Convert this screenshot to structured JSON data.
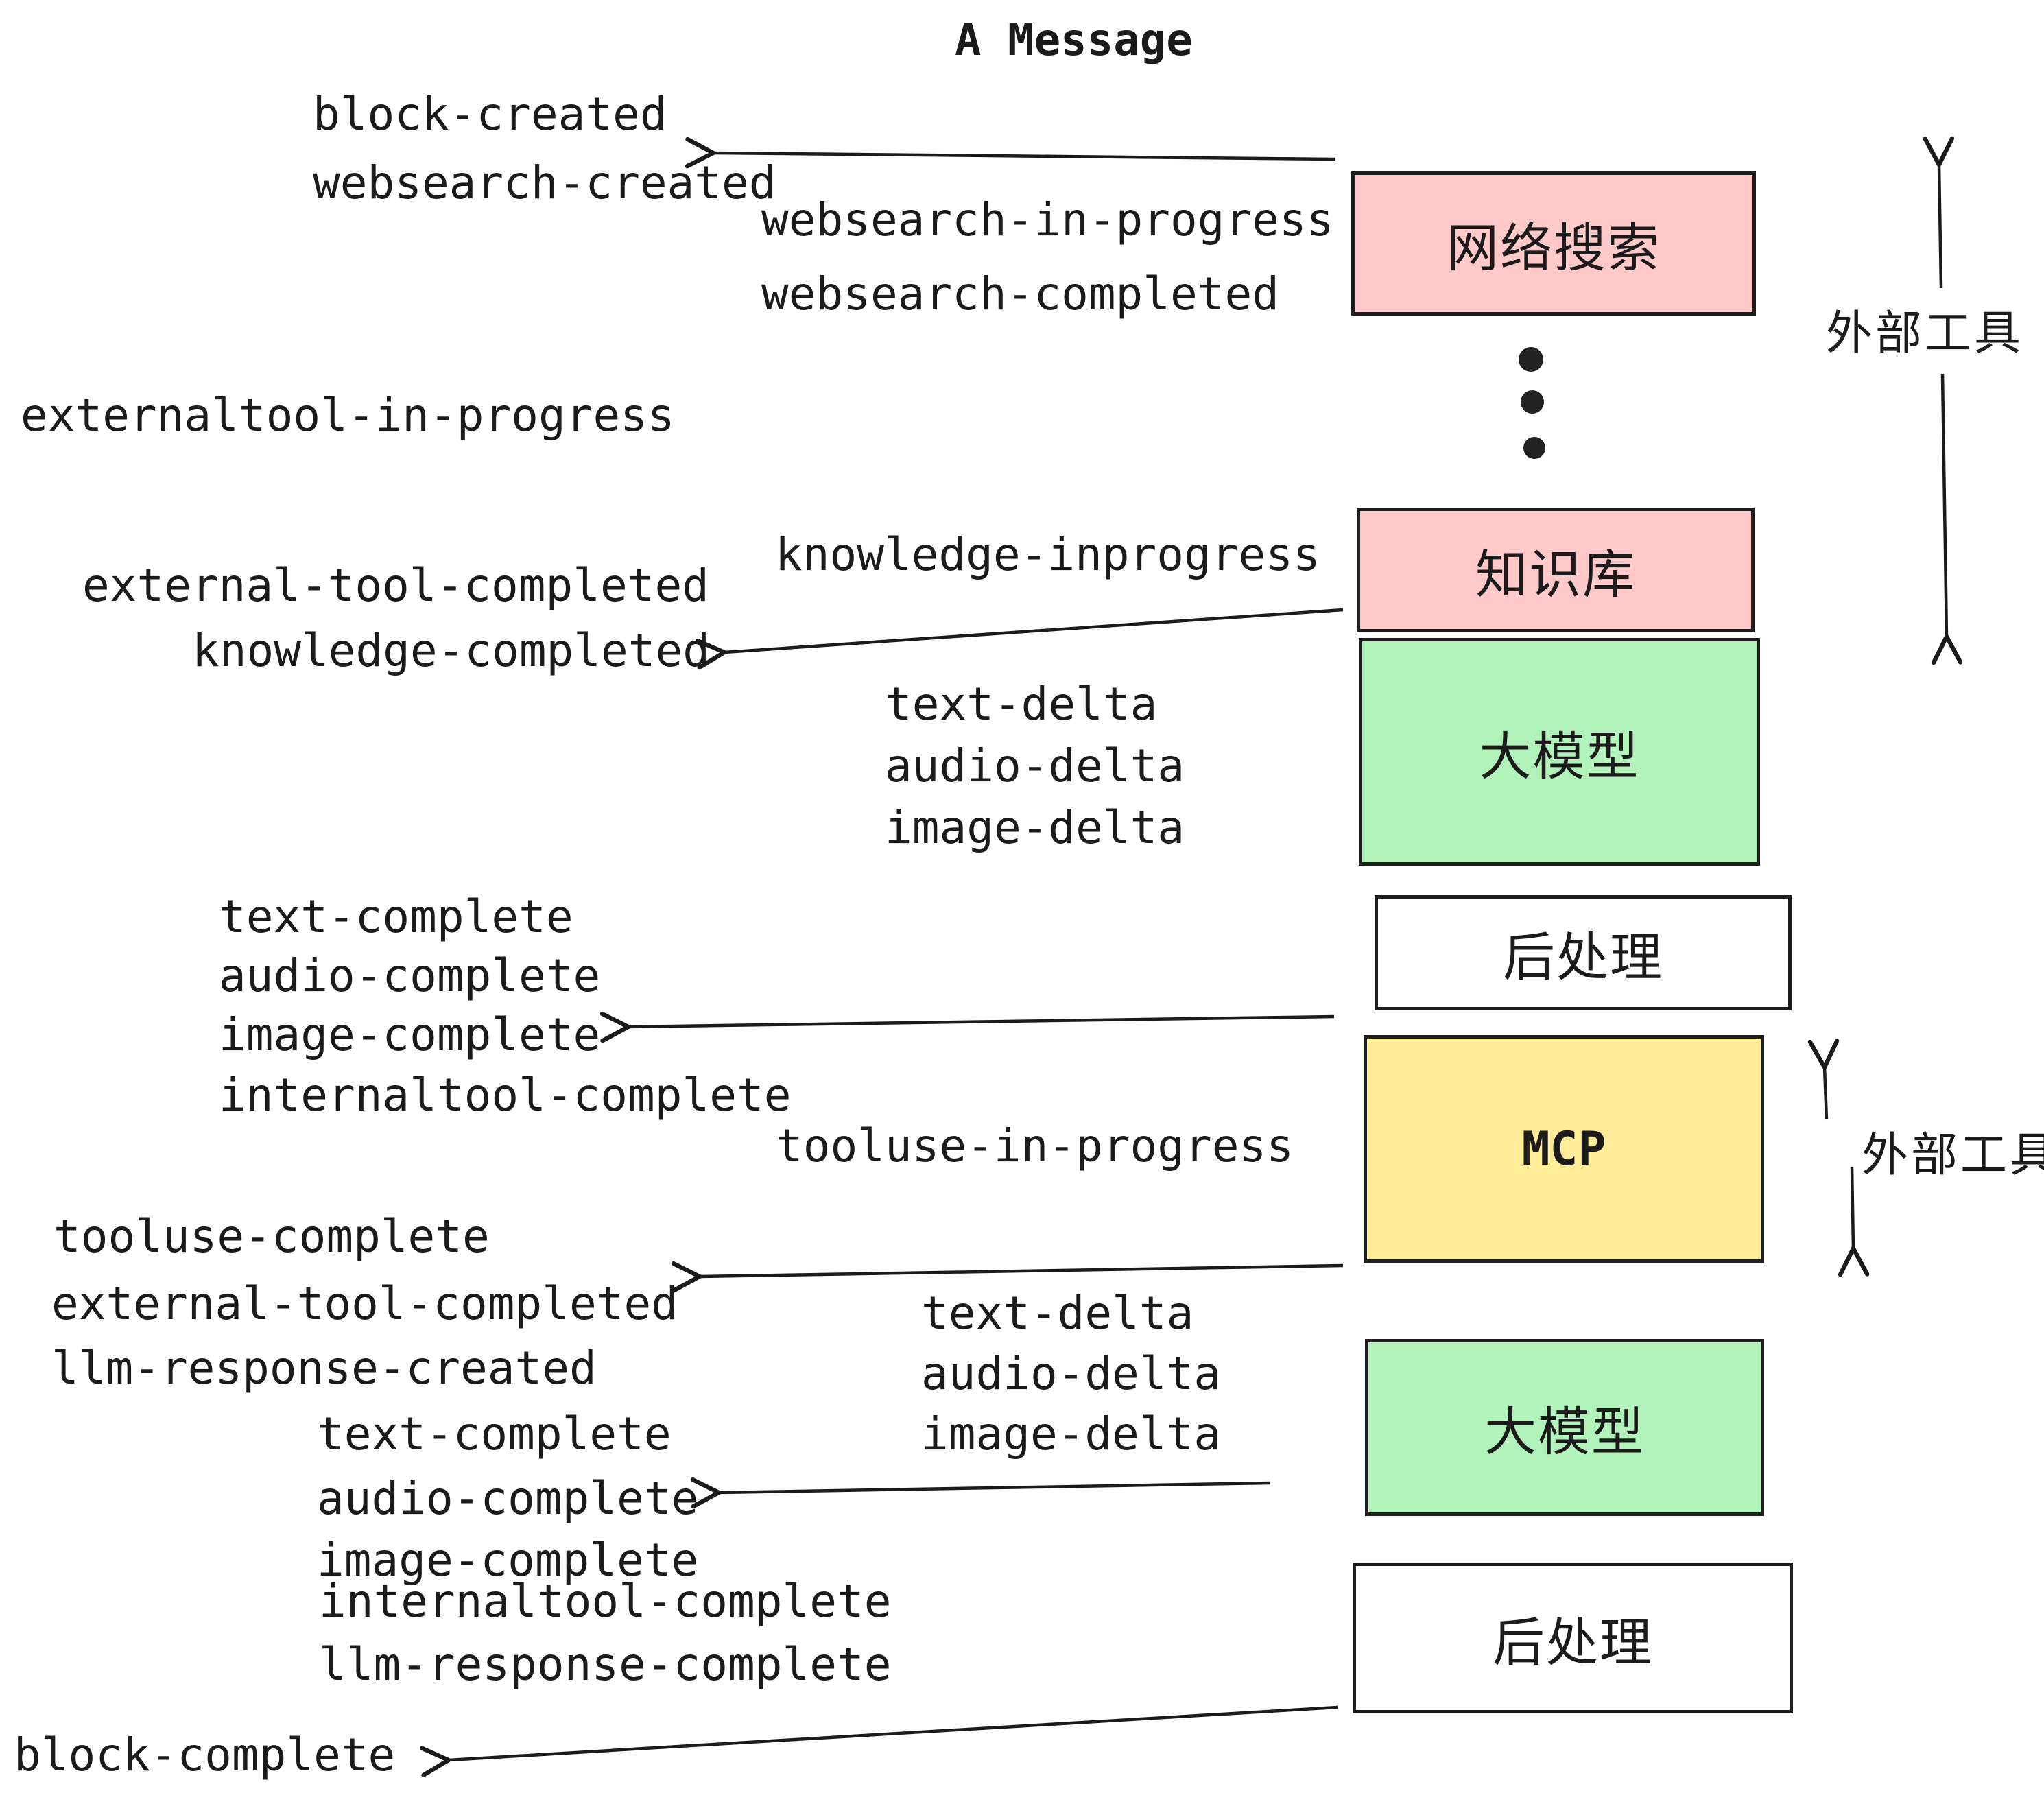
{
  "title": "A Message",
  "palette": {
    "pink": "#ffc9c9",
    "green": "#b2f2bb",
    "yellow": "#ffec99",
    "white": "#ffffff",
    "ink": "#1b1b1b"
  },
  "boxes": [
    {
      "id": "websearch",
      "label": "网络搜索",
      "color": "pink"
    },
    {
      "id": "knowledge",
      "label": "知识库",
      "color": "pink"
    },
    {
      "id": "llm-1",
      "label": "大模型",
      "color": "green"
    },
    {
      "id": "postprocess-1",
      "label": "后处理",
      "color": "white"
    },
    {
      "id": "mcp",
      "label": "MCP",
      "color": "yellow"
    },
    {
      "id": "llm-2",
      "label": "大模型",
      "color": "green"
    },
    {
      "id": "postprocess-2",
      "label": "后处理",
      "color": "white"
    }
  ],
  "annotations": [
    {
      "id": "external-tools-top",
      "label": "外部工具"
    },
    {
      "id": "external-tools-bottom",
      "label": "外部工具"
    }
  ],
  "events": [
    {
      "text": "block-created"
    },
    {
      "text": "websearch-created"
    },
    {
      "text": "websearch-in-progress"
    },
    {
      "text": "websearch-completed"
    },
    {
      "text": "externaltool-in-progress"
    },
    {
      "text": "knowledge-inprogress"
    },
    {
      "text": "external-tool-completed"
    },
    {
      "text": "knowledge-completed"
    },
    {
      "text": "text-delta"
    },
    {
      "text": "audio-delta"
    },
    {
      "text": "image-delta"
    },
    {
      "text": "text-complete"
    },
    {
      "text": "audio-complete"
    },
    {
      "text": "image-complete"
    },
    {
      "text": "internaltool-complete"
    },
    {
      "text": "tooluse-in-progress"
    },
    {
      "text": "tooluse-complete"
    },
    {
      "text": "external-tool-completed"
    },
    {
      "text": "llm-response-created"
    },
    {
      "text": "text-complete"
    },
    {
      "text": "audio-complete"
    },
    {
      "text": "image-complete"
    },
    {
      "text": "internaltool-complete"
    },
    {
      "text": "llm-response-complete"
    },
    {
      "text": "block-complete"
    },
    {
      "text": "text-delta"
    },
    {
      "text": "audio-delta"
    },
    {
      "text": "image-delta"
    }
  ]
}
